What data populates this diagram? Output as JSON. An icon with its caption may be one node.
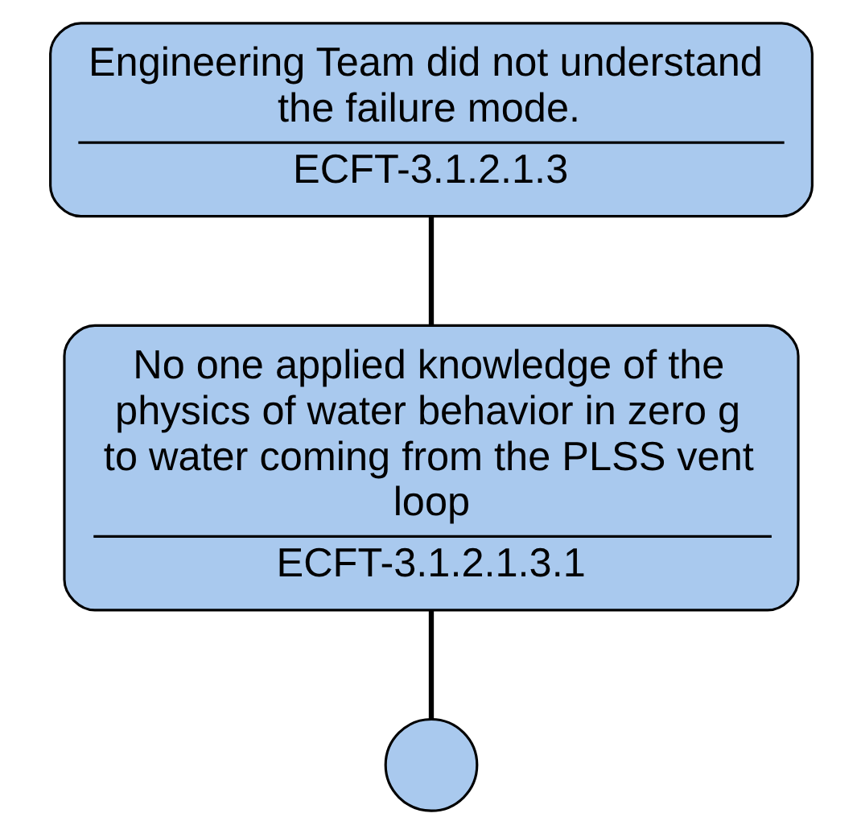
{
  "diagram": {
    "nodes": [
      {
        "text": [
          "Engineering Team did not understand the failure mode.",
          "ECFT-3.1.2.1.3"
        ]
      },
      {
        "text": [
          "No one applied knowledge of the physics of water behavior in zero g to water coming from the PLSS vent loop",
          "ECFT-3.1.2.1.3.1"
        ]
      },
      {
        "text": [],
        "shape": "circle"
      }
    ],
    "edges": [
      {
        "from": 0,
        "to": 1,
        "arrow": "none"
      },
      {
        "from": 1,
        "to": 2,
        "arrow": "none"
      }
    ]
  }
}
